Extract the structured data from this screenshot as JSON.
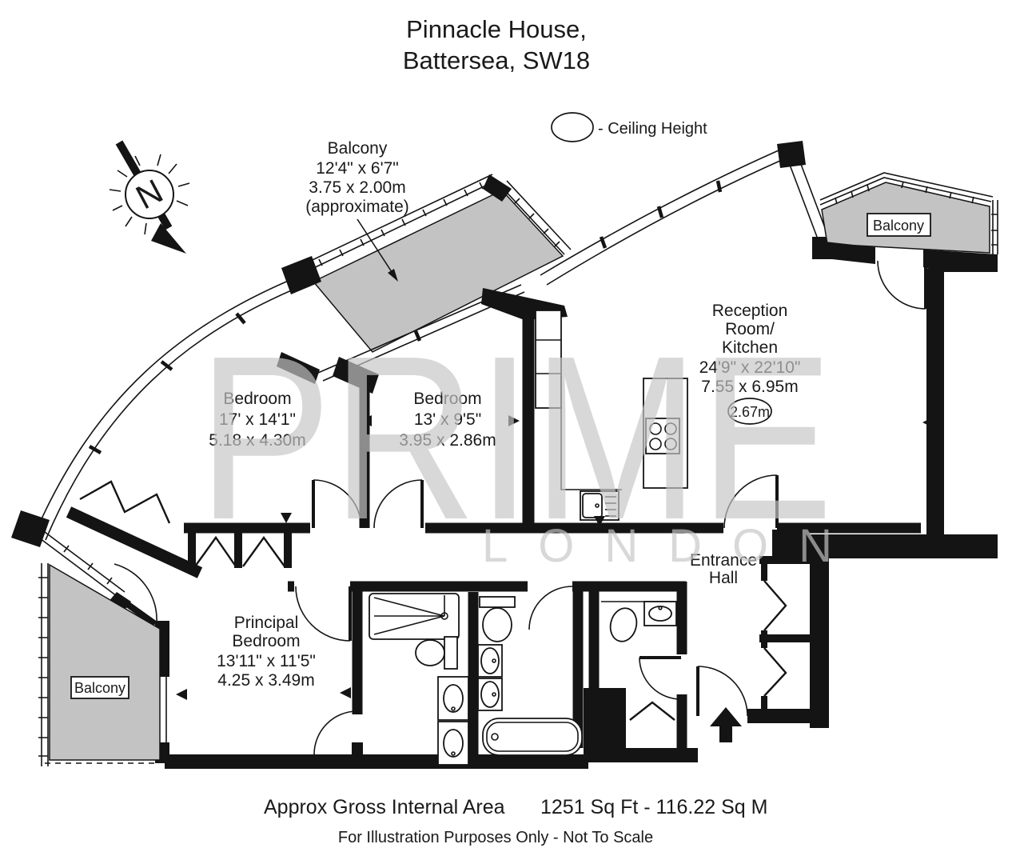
{
  "header": {
    "title_line1": "Pinnacle House,",
    "title_line2": "Battersea, SW18"
  },
  "legend": {
    "ceiling_height": "- Ceiling Height"
  },
  "compass": {
    "north": "N"
  },
  "watermark": {
    "line1": "PRIME",
    "line2": "LONDON"
  },
  "rooms": {
    "balcony_top_left": {
      "name": "Balcony",
      "dims_imperial": "12'4\" x 6'7\"",
      "dims_metric": "3.75 x 2.00m",
      "note": "(approximate)"
    },
    "bedroom_1": {
      "name": "Bedroom",
      "dims_imperial": "17' x 14'1\"",
      "dims_metric": "5.18 x 4.30m"
    },
    "bedroom_2": {
      "name": "Bedroom",
      "dims_imperial": "13' x 9'5\"",
      "dims_metric": "3.95 x 2.86m"
    },
    "reception_kitchen": {
      "name_line1": "Reception",
      "name_line2": "Room/",
      "name_line3": "Kitchen",
      "dims_imperial": "24'9\" x 22'10\"",
      "dims_metric": "7.55 x 6.95m",
      "ceiling_height": "2.67m"
    },
    "principal_bedroom": {
      "name_line1": "Principal",
      "name_line2": "Bedroom",
      "dims_imperial": "13'11\" x 11'5\"",
      "dims_metric": "4.25 x 3.49m"
    },
    "entrance_hall": {
      "name_line1": "Entrance",
      "name_line2": "Hall"
    },
    "balcony_top_right": {
      "name": "Balcony"
    },
    "balcony_bottom_left": {
      "name": "Balcony"
    }
  },
  "footer": {
    "area_label": "Approx Gross Internal Area",
    "area_value": "1251 Sq Ft  - 116.22 Sq M",
    "disclaimer": "For Illustration Purposes Only - Not To Scale"
  },
  "colors": {
    "wall": "#141414",
    "balcony_fill": "#c3c3c3",
    "watermark": "#c6c6c6",
    "background": "#ffffff"
  }
}
